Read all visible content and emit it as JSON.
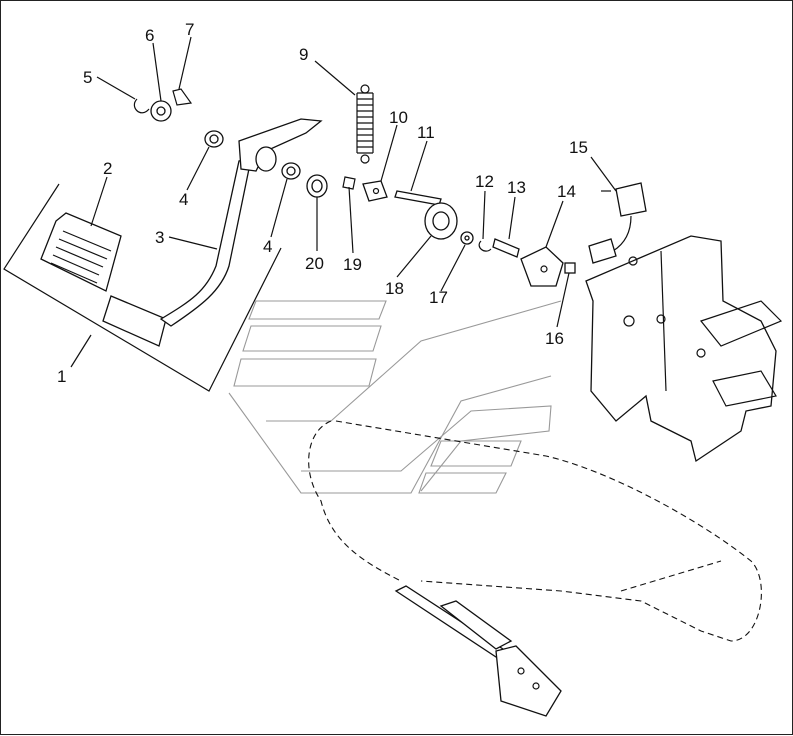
{
  "diagram": {
    "callouts": [
      {
        "id": "c1",
        "label": "1"
      },
      {
        "id": "c2",
        "label": "2"
      },
      {
        "id": "c3",
        "label": "3"
      },
      {
        "id": "c4a",
        "label": "4"
      },
      {
        "id": "c4b",
        "label": "4"
      },
      {
        "id": "c5",
        "label": "5"
      },
      {
        "id": "c6",
        "label": "6"
      },
      {
        "id": "c7",
        "label": "7"
      },
      {
        "id": "c9",
        "label": "9"
      },
      {
        "id": "c10",
        "label": "10"
      },
      {
        "id": "c11",
        "label": "11"
      },
      {
        "id": "c12",
        "label": "12"
      },
      {
        "id": "c13",
        "label": "13"
      },
      {
        "id": "c14",
        "label": "14"
      },
      {
        "id": "c15",
        "label": "15"
      },
      {
        "id": "c16",
        "label": "16"
      },
      {
        "id": "c17",
        "label": "17"
      },
      {
        "id": "c18",
        "label": "18"
      },
      {
        "id": "c19",
        "label": "19"
      },
      {
        "id": "c20",
        "label": "20"
      }
    ]
  }
}
